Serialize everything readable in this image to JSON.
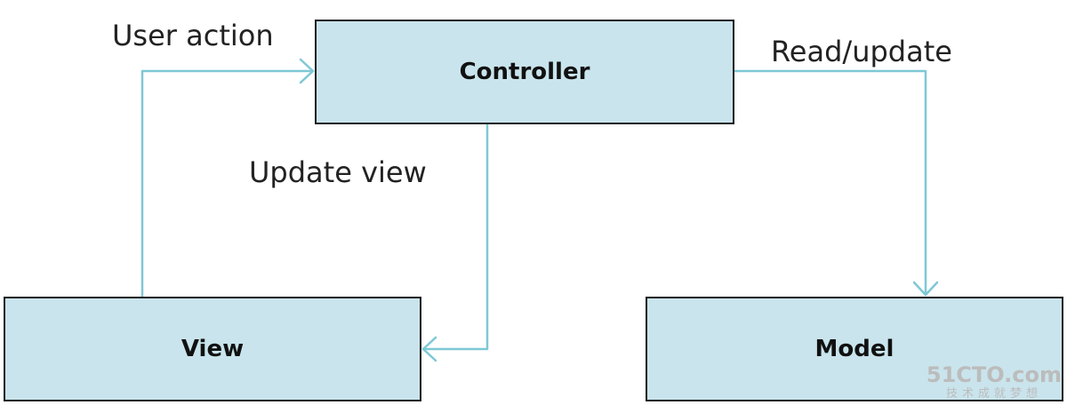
{
  "diagram": {
    "nodes": {
      "controller": "Controller",
      "view": "View",
      "model": "Model"
    },
    "edges": {
      "user_action": "User action",
      "read_update": "Read/update",
      "update_view": "Update view"
    },
    "colors": {
      "box_fill": "#c9e4ec",
      "box_border": "#1a1a1a",
      "arrow": "#7ec8d6"
    }
  },
  "watermark": {
    "main": "51CTO.com",
    "sub": "技术成就梦想"
  }
}
